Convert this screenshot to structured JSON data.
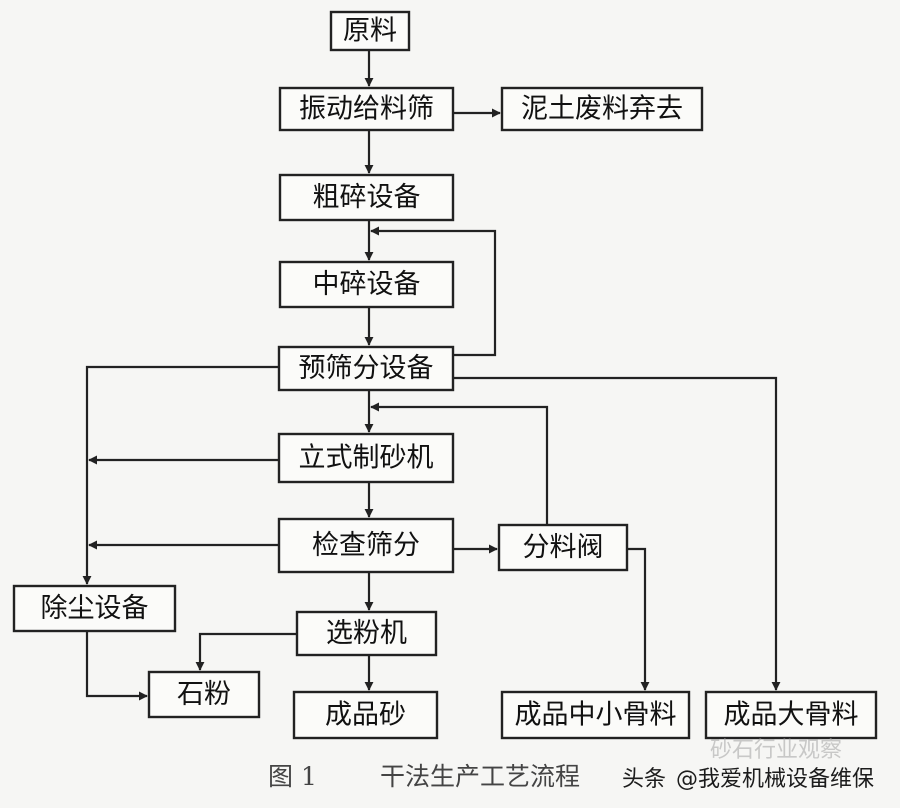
{
  "nodes": {
    "raw": "原料",
    "vib": "振动给料筛",
    "waste": "泥土废料弃去",
    "coarse": "粗碎设备",
    "medium": "中碎设备",
    "presc": "预筛分设备",
    "vsi": "立式制砂机",
    "check": "检查筛分",
    "valve": "分料阀",
    "dust": "除尘设备",
    "sep": "选粉机",
    "powder": "石粉",
    "sand": "成品砂",
    "midagg": "成品中小骨料",
    "bigagg": "成品大骨料"
  },
  "caption": {
    "figure": "图 1",
    "title": "干法生产工艺流程"
  },
  "watermark": {
    "source": "头条",
    "handle": "@我爱机械设备维保",
    "faded": "砂石行业观察"
  }
}
